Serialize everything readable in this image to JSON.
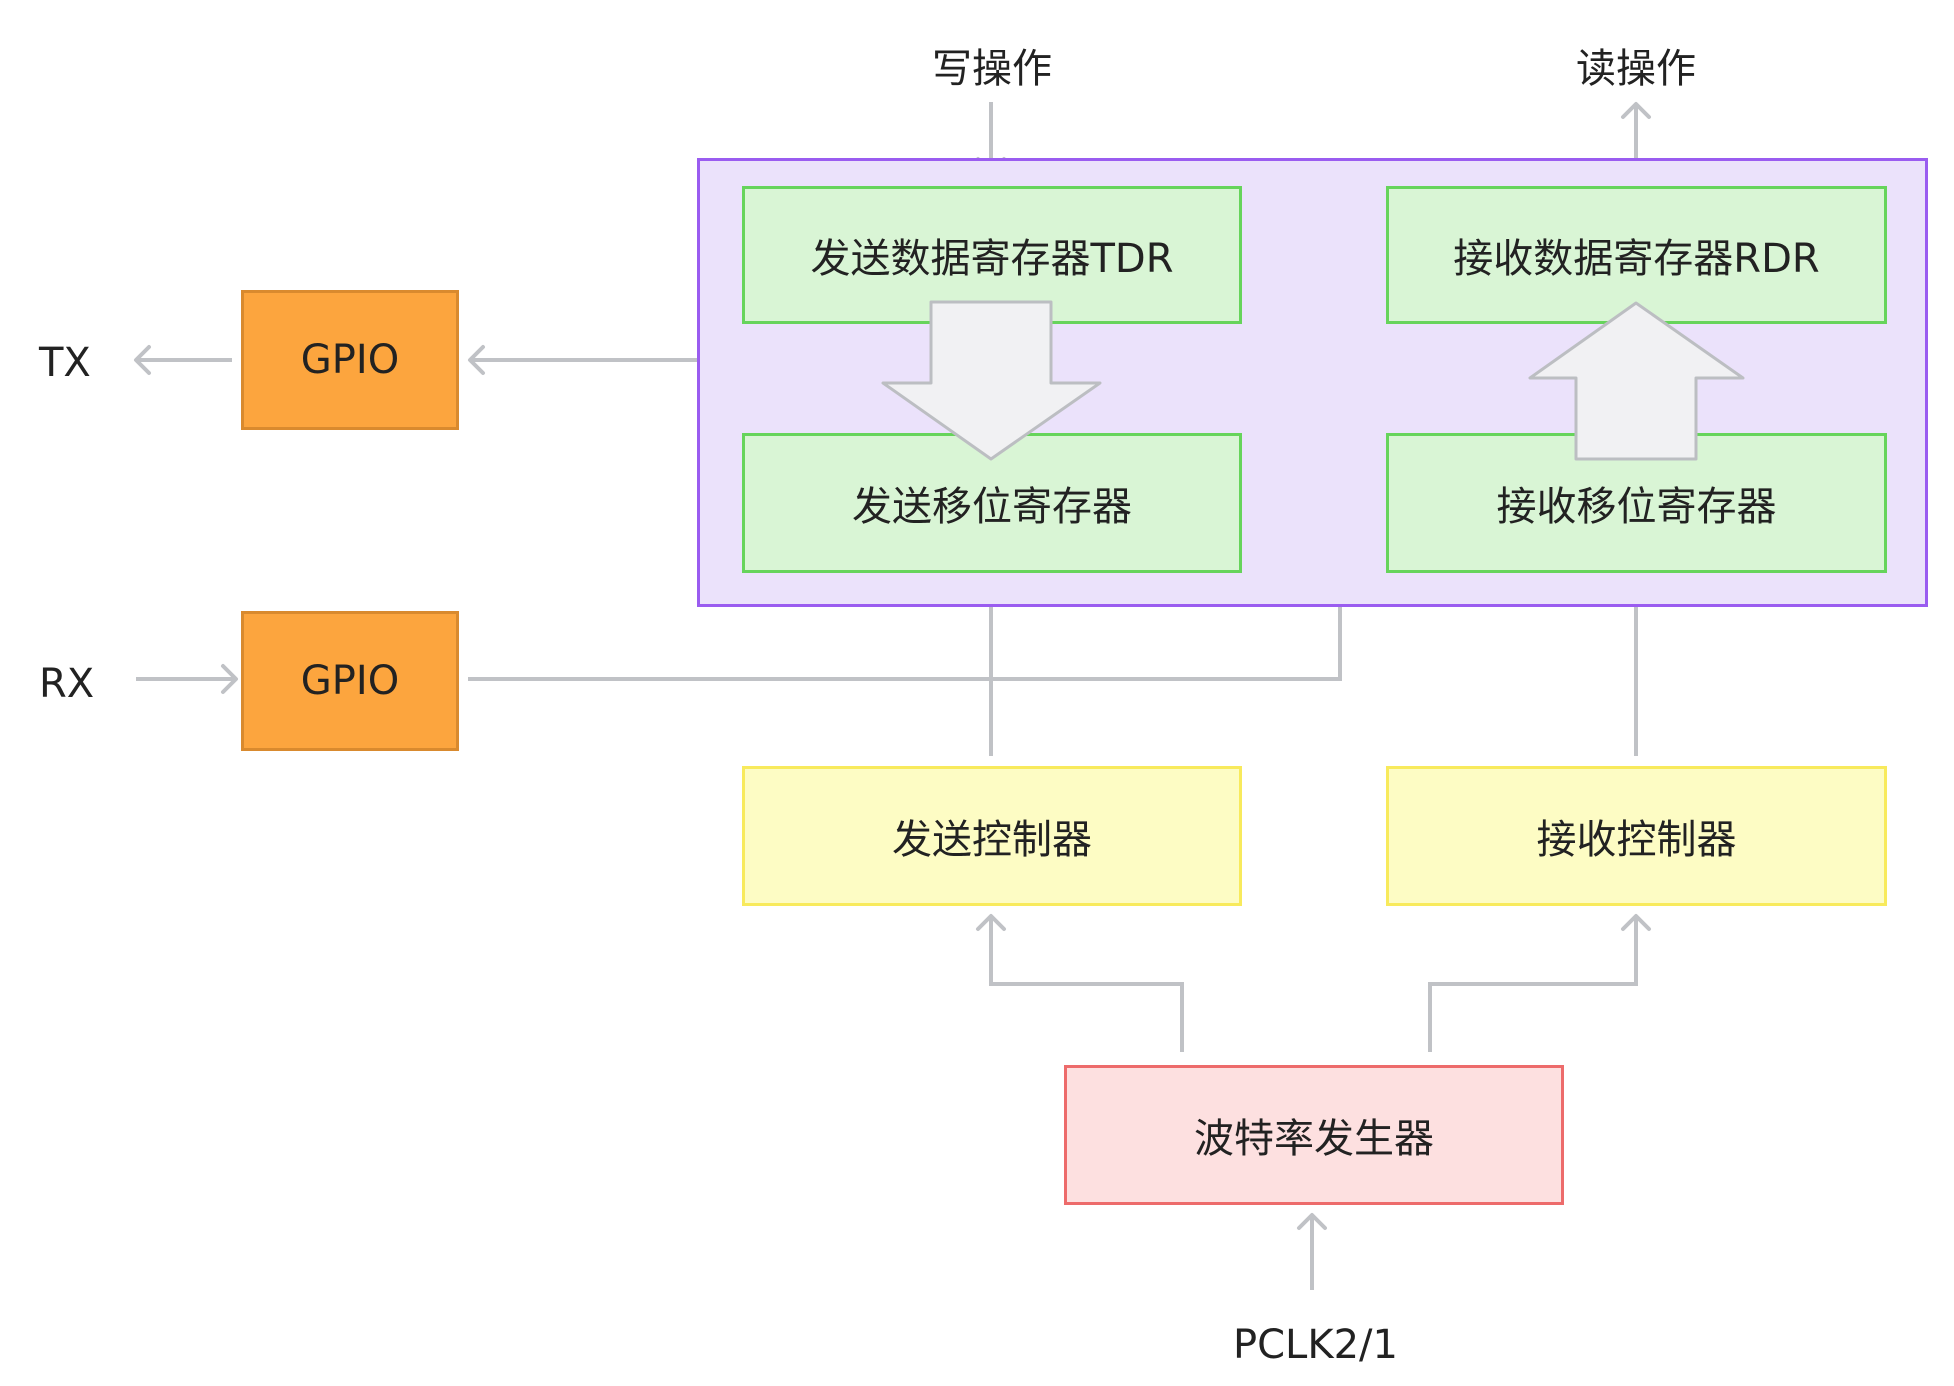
{
  "colors": {
    "group_fill": "#ebe2fb",
    "group_border": "#9a5cf0",
    "register_fill": "#d9f5d5",
    "register_border": "#66d45b",
    "gpio_fill": "#fca53e",
    "gpio_border": "#d98a2e",
    "controller_fill": "#fdfcc4",
    "controller_border": "#f8ea5c",
    "baud_fill": "#fde0e0",
    "baud_border": "#ed6b6b",
    "wire": "#c0c2c6",
    "big_arrow_fill": "#f1f1f3",
    "big_arrow_stroke": "#bcbec2"
  },
  "labels": {
    "tx": "TX",
    "rx": "RX",
    "write_op": "写操作",
    "read_op": "读操作",
    "pclk": "PCLK2/1"
  },
  "blocks": {
    "tdr": "发送数据寄存器TDR",
    "rdr": "接收数据寄存器RDR",
    "tx_shift": "发送移位寄存器",
    "rx_shift": "接收移位寄存器",
    "gpio_tx": "GPIO",
    "gpio_rx": "GPIO",
    "tx_ctrl": "发送控制器",
    "rx_ctrl": "接收控制器",
    "baud": "波特率发生器"
  },
  "icons": {
    "arrowheads": "open-chevron",
    "data_flow": "block-arrow"
  }
}
